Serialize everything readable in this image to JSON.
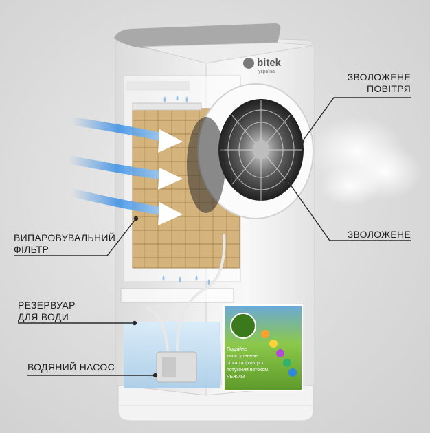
{
  "brand": {
    "name": "bitek",
    "sub": "україна"
  },
  "labels": {
    "humidified_air": [
      "ЗВОЛОЖЕНЕ",
      "ПОВІТРЯ"
    ],
    "humidified": [
      "ЗВОЛОЖЕНЕ"
    ],
    "evaporative_filter": [
      "ВИПАРОВУВАЛЬНИЙ",
      "ФІЛЬТР"
    ],
    "water_tank": [
      "РЕЗЕРВУАР",
      "ДЛЯ ВОДИ"
    ],
    "water_pump": [
      "ВОДЯНИЙ НАСОС"
    ]
  },
  "sticker": {
    "lines": [
      "Подвійне",
      "двоступеневе",
      "сітка та фільтр з",
      "потужним потоком",
      "РЕЖИМ"
    ]
  },
  "colors": {
    "airflow": "#3b8fe6",
    "body": "#f6f6f6",
    "filter": "#c9a46b",
    "water": "#bcd9f0",
    "sticker_green": "#7fbf3a"
  }
}
